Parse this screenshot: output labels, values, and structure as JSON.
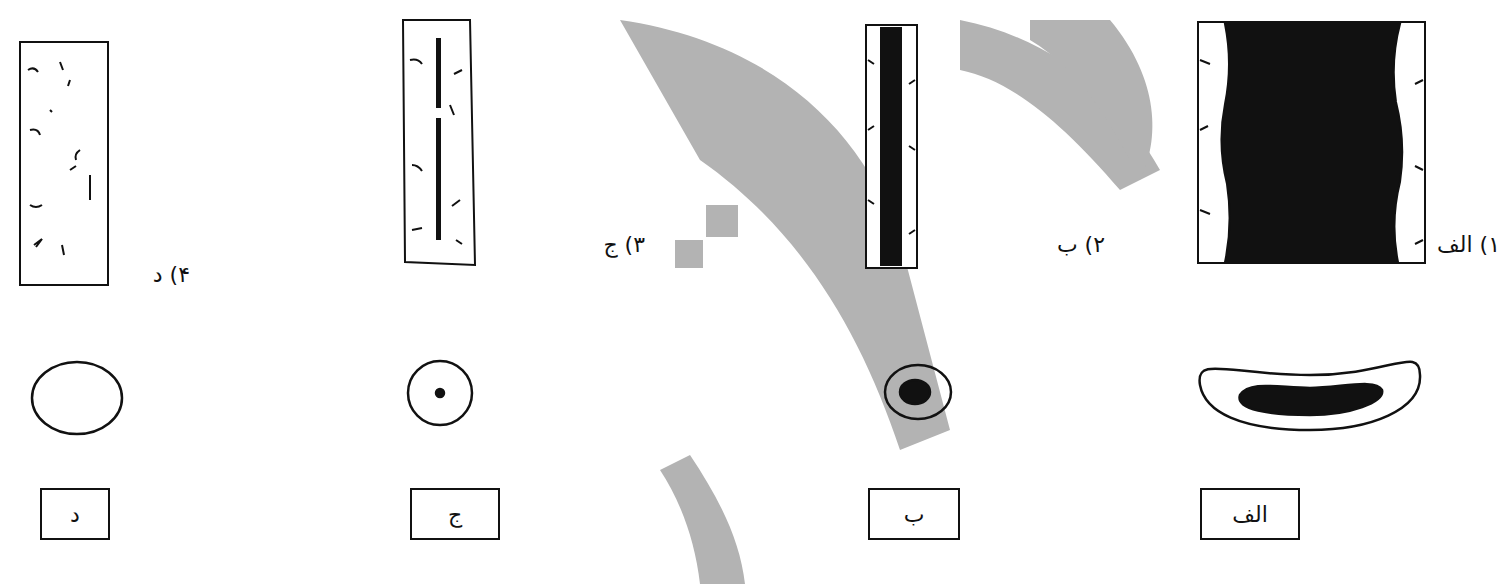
{
  "diagram": {
    "nodes": [
      {
        "text": [
          "الف"
        ]
      },
      {
        "text": [
          "ب"
        ]
      },
      {
        "text": [
          "ج"
        ]
      },
      {
        "text": [
          "د"
        ]
      }
    ],
    "labels": [
      "۱) الف",
      "۲) ب",
      "۳) ج",
      "۴) د"
    ]
  }
}
